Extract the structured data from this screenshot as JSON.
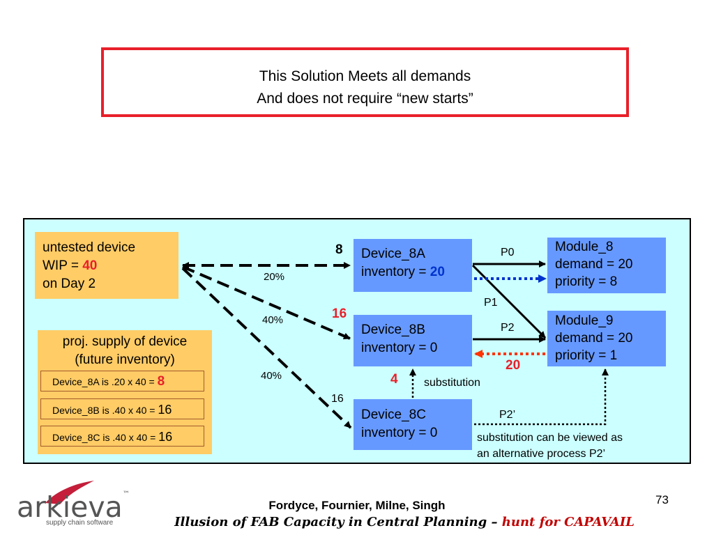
{
  "callout": {
    "line1": "This Solution Meets all demands",
    "line2": "And does not require “new starts”"
  },
  "wip": {
    "line1": "untested device",
    "line2_prefix": "WIP = ",
    "value": "40",
    "line3": "on Day 2"
  },
  "supply": {
    "title1": "proj. supply of device",
    "title2": "(future inventory)",
    "rows": [
      {
        "text": "Device_8A is .20 x 40 = ",
        "value": "8"
      },
      {
        "text": "Device_8B is .40 x 40 = ",
        "value": "16"
      },
      {
        "text": "Device_8C is .40 x 40 = ",
        "value": "16"
      }
    ]
  },
  "devices": {
    "d8a": {
      "name": "Device_8A",
      "inv_prefix": "inventory = ",
      "inv_value": "20"
    },
    "d8b": {
      "name": "Device_8B",
      "inv": "inventory = 0"
    },
    "d8c": {
      "name": "Device_8C",
      "inv": "inventory = 0"
    }
  },
  "modules": {
    "m8": {
      "name": "Module_8",
      "demand": "demand = 20",
      "priority": "priority = 8"
    },
    "m9": {
      "name": "Module_9",
      "demand": "demand = 20",
      "priority": "priority = 1"
    }
  },
  "labels": {
    "pct_a": "20%",
    "pct_b": "40%",
    "pct_c": "40%",
    "qty_a": "8",
    "qty_b": "16",
    "qty_c": "16",
    "p0": "P0",
    "p1": "P1",
    "p2": "P2",
    "p2prime": "P2’",
    "sub_qty": "4",
    "substitution": "substitution",
    "b_to_m9_qty": "20",
    "note1": "substitution can be viewed as",
    "note2": "an alternative process P2’"
  },
  "colors": {
    "accent_red": "#e8202a",
    "node_blue": "#6699ff",
    "node_orange": "#ffcc66",
    "panel_bg": "#ccffff"
  },
  "footer": {
    "page": "73",
    "authors": "Fordyce, Fournier, Milne, Singh",
    "title_main": "Illusion of FAB Capacity in Central Planning – ",
    "title_highlight": "hunt for CAPAVAIL",
    "logo": "arkieva",
    "logo_tm": "™",
    "logo_tagline": "supply chain software"
  }
}
